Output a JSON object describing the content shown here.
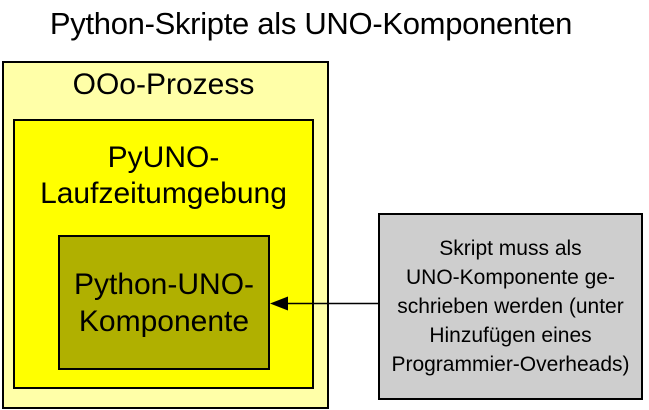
{
  "title": "Python-Skripte als UNO-Komponenten",
  "outer_box": {
    "label": "OOo-Prozess"
  },
  "runtime_box": {
    "lines": [
      "PyUNO-",
      "Laufzeitumgebung"
    ]
  },
  "component_box": {
    "lines": [
      "Python-UNO-",
      "Komponente"
    ]
  },
  "note_box": {
    "lines": [
      "Skript muss als",
      "UNO-Komponente ge-",
      "schrieben werden (unter",
      "Hinzufügen eines",
      "Programmier-Overheads)"
    ]
  },
  "arrow": {
    "direction": "left",
    "from": "note-box",
    "to": "component-box"
  },
  "colors": {
    "outer_box_fill": "#FFFFA8",
    "runtime_box_fill": "#FFFF00",
    "component_box_fill": "#B0B000",
    "note_box_fill": "#CECECE",
    "border": "#000000",
    "text": "#000000",
    "background": "#FFFFFF"
  }
}
